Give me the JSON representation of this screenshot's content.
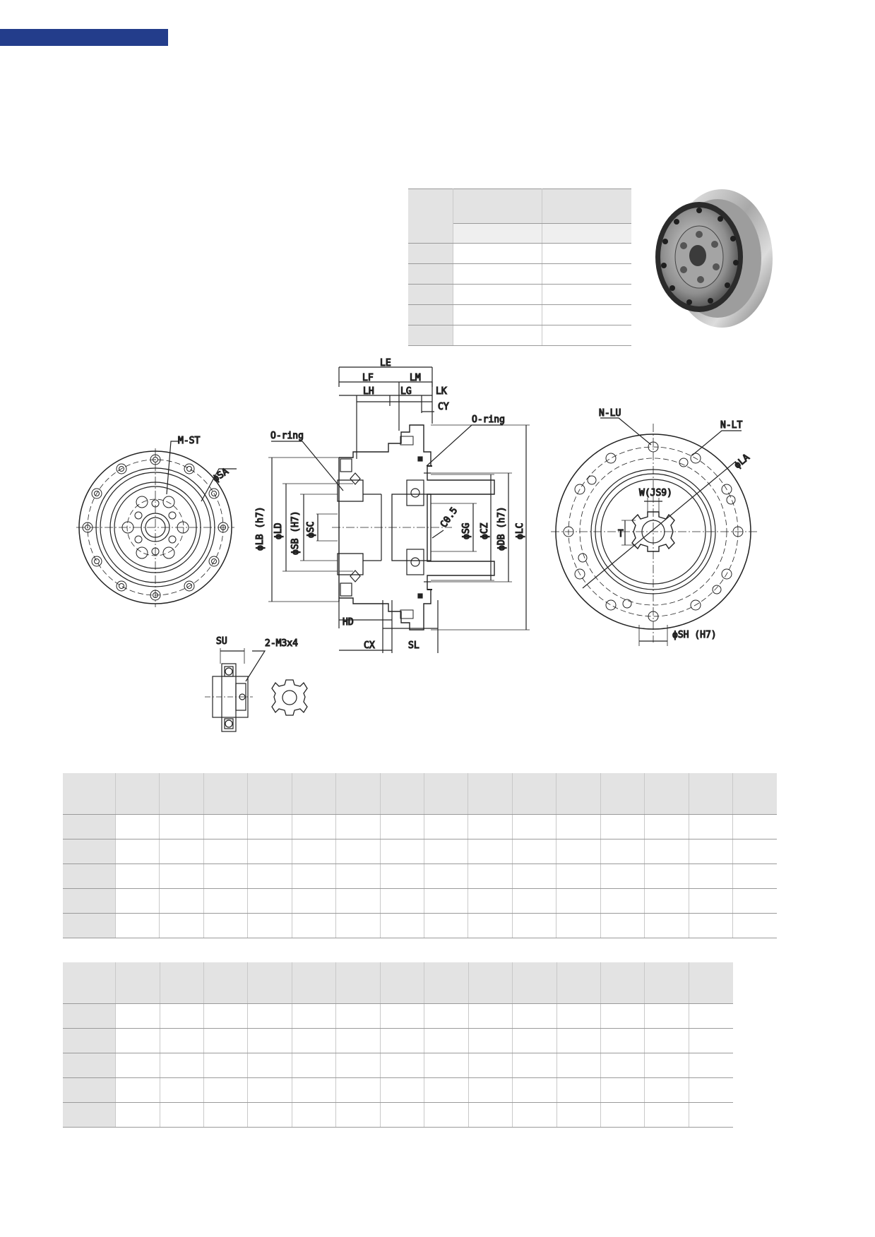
{
  "header": {
    "bar_color": "#233d8b"
  },
  "drawing": {
    "side_view": {
      "labels": {
        "le": "LE",
        "lf": "LF",
        "lm": "LM",
        "lh": "LH",
        "lg": "LG",
        "lk": "LK",
        "cy": "CY",
        "oring_left": "O-ring",
        "oring_right": "O-ring",
        "lb": "ϕLB (h7)",
        "ld": "ϕLD",
        "sb": "ϕSB (H7)",
        "sc": "ϕSC",
        "c05": "C0.5",
        "sg": "ϕSG",
        "cz": "ϕCZ",
        "db": "ϕDB (h7)",
        "lc": "ϕLC",
        "hd": "HD",
        "cx": "CX",
        "sl": "SL"
      }
    },
    "left_view": {
      "labels": {
        "mst": "M-ST",
        "sa": "ϕSA"
      }
    },
    "right_view": {
      "labels": {
        "nlu": "N-LU",
        "nlt": "N-LT",
        "la": "ϕLA",
        "w": "W(JS9)",
        "t": "T",
        "sh": "ϕSH (H7)"
      }
    },
    "detail_view": {
      "labels": {
        "su": "SU",
        "m3": "2-M3x4"
      }
    }
  },
  "photo": {
    "icon": "gearbox-photo"
  },
  "tables": {
    "spec": {
      "cols": 3,
      "body_rows": 5
    },
    "dims_1": {
      "cols": 16,
      "body_rows": 5
    },
    "dims_2": {
      "cols": 15,
      "body_rows": 5
    }
  }
}
